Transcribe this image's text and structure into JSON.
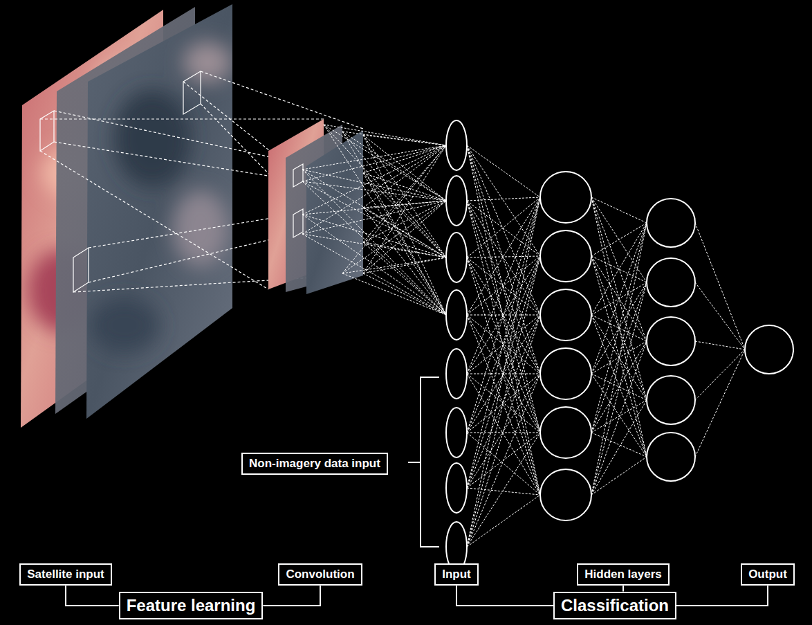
{
  "diagram": {
    "nodes": [
      {
        "text": [
          "Non-imagery data input"
        ]
      },
      {
        "text": [
          "Satellite input"
        ]
      },
      {
        "text": [
          "Convolution"
        ]
      },
      {
        "text": [
          "Input"
        ]
      },
      {
        "text": [
          "Hidden layers"
        ]
      },
      {
        "text": [
          "Output"
        ]
      },
      {
        "text": [
          "Feature learning"
        ]
      },
      {
        "text": [
          "Classification"
        ]
      }
    ],
    "edges": [
      {
        "from": 6,
        "to": 1,
        "arrow": "none"
      },
      {
        "from": 6,
        "to": 2,
        "arrow": "none"
      },
      {
        "from": 7,
        "to": 3,
        "arrow": "none"
      },
      {
        "from": 7,
        "to": 4,
        "arrow": "none"
      },
      {
        "from": 7,
        "to": 5,
        "arrow": "none"
      }
    ]
  }
}
